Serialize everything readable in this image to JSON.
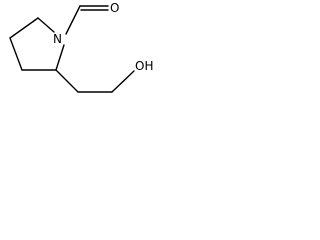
{
  "structure": {
    "atoms": {
      "nitrogen": "N",
      "carbonyl_oxygen": "O",
      "hydroxyl": "OH"
    }
  }
}
